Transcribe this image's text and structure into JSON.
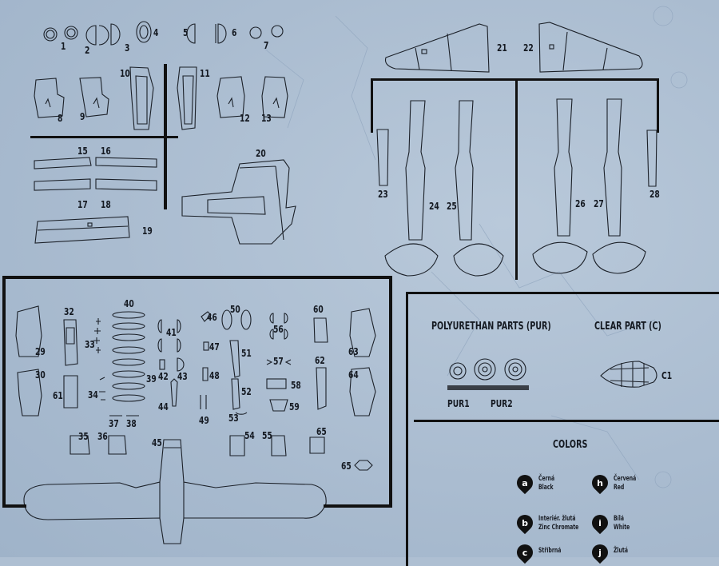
{
  "part_numbers": {
    "p1": "1",
    "p2": "2",
    "p3": "3",
    "p4": "4",
    "p5": "5",
    "p6": "6",
    "p7": "7",
    "p8": "8",
    "p9": "9",
    "p10": "10",
    "p11": "11",
    "p12": "12",
    "p13": "13",
    "p15": "15",
    "p16": "16",
    "p17": "17",
    "p18": "18",
    "p19": "19",
    "p20": "20",
    "p21": "21",
    "p22": "22",
    "p23": "23",
    "p24": "24",
    "p25": "25",
    "p26": "26",
    "p27": "27",
    "p28": "28",
    "p29": "29",
    "p30": "30",
    "p32": "32",
    "p33": "33",
    "p34": "34",
    "p35": "35",
    "p36": "36",
    "p37": "37",
    "p38": "38",
    "p39": "39",
    "p40": "40",
    "p41": "41",
    "p42": "42",
    "p43": "43",
    "p44": "44",
    "p45": "45",
    "p46": "46",
    "p47": "47",
    "p48": "48",
    "p49": "49",
    "p50": "50",
    "p51": "51",
    "p52": "52",
    "p53": "53",
    "p54": "54",
    "p55": "55",
    "p56": "56",
    "p57": "57",
    "p58": "58",
    "p59": "59",
    "p60": "60",
    "p61": "61",
    "p62": "62",
    "p63": "63",
    "p64": "64",
    "p65a": "65",
    "p65b": "65"
  },
  "pur_panel": {
    "title": "POLYURETHAN PARTS (PUR)",
    "label_1": "PUR1",
    "label_2": "PUR2"
  },
  "clear_panel": {
    "title": "CLEAR PART (C)",
    "label": "C1"
  },
  "colors_panel": {
    "title": "COLORS",
    "items": [
      {
        "code": "a",
        "name_cz": "Černá",
        "name_en": "Black",
        "fill": "#111111"
      },
      {
        "code": "h",
        "name_cz": "Červená",
        "name_en": "Red",
        "fill": "#111111"
      },
      {
        "code": "b",
        "name_cz": "Interiér. žlutá",
        "name_en": "Zinc Chromate",
        "fill": "#111111"
      },
      {
        "code": "i",
        "name_cz": "Bílá",
        "name_en": "White",
        "fill": "#111111"
      },
      {
        "code": "c",
        "name_cz": "Stříbrná",
        "name_en": "",
        "fill": "#111111"
      },
      {
        "code": "j",
        "name_cz": "Žlutá",
        "name_en": "",
        "fill": "#111111"
      }
    ]
  },
  "palette": {
    "background": "#aebfd2",
    "ink": "#141820",
    "rule": "#111111"
  }
}
